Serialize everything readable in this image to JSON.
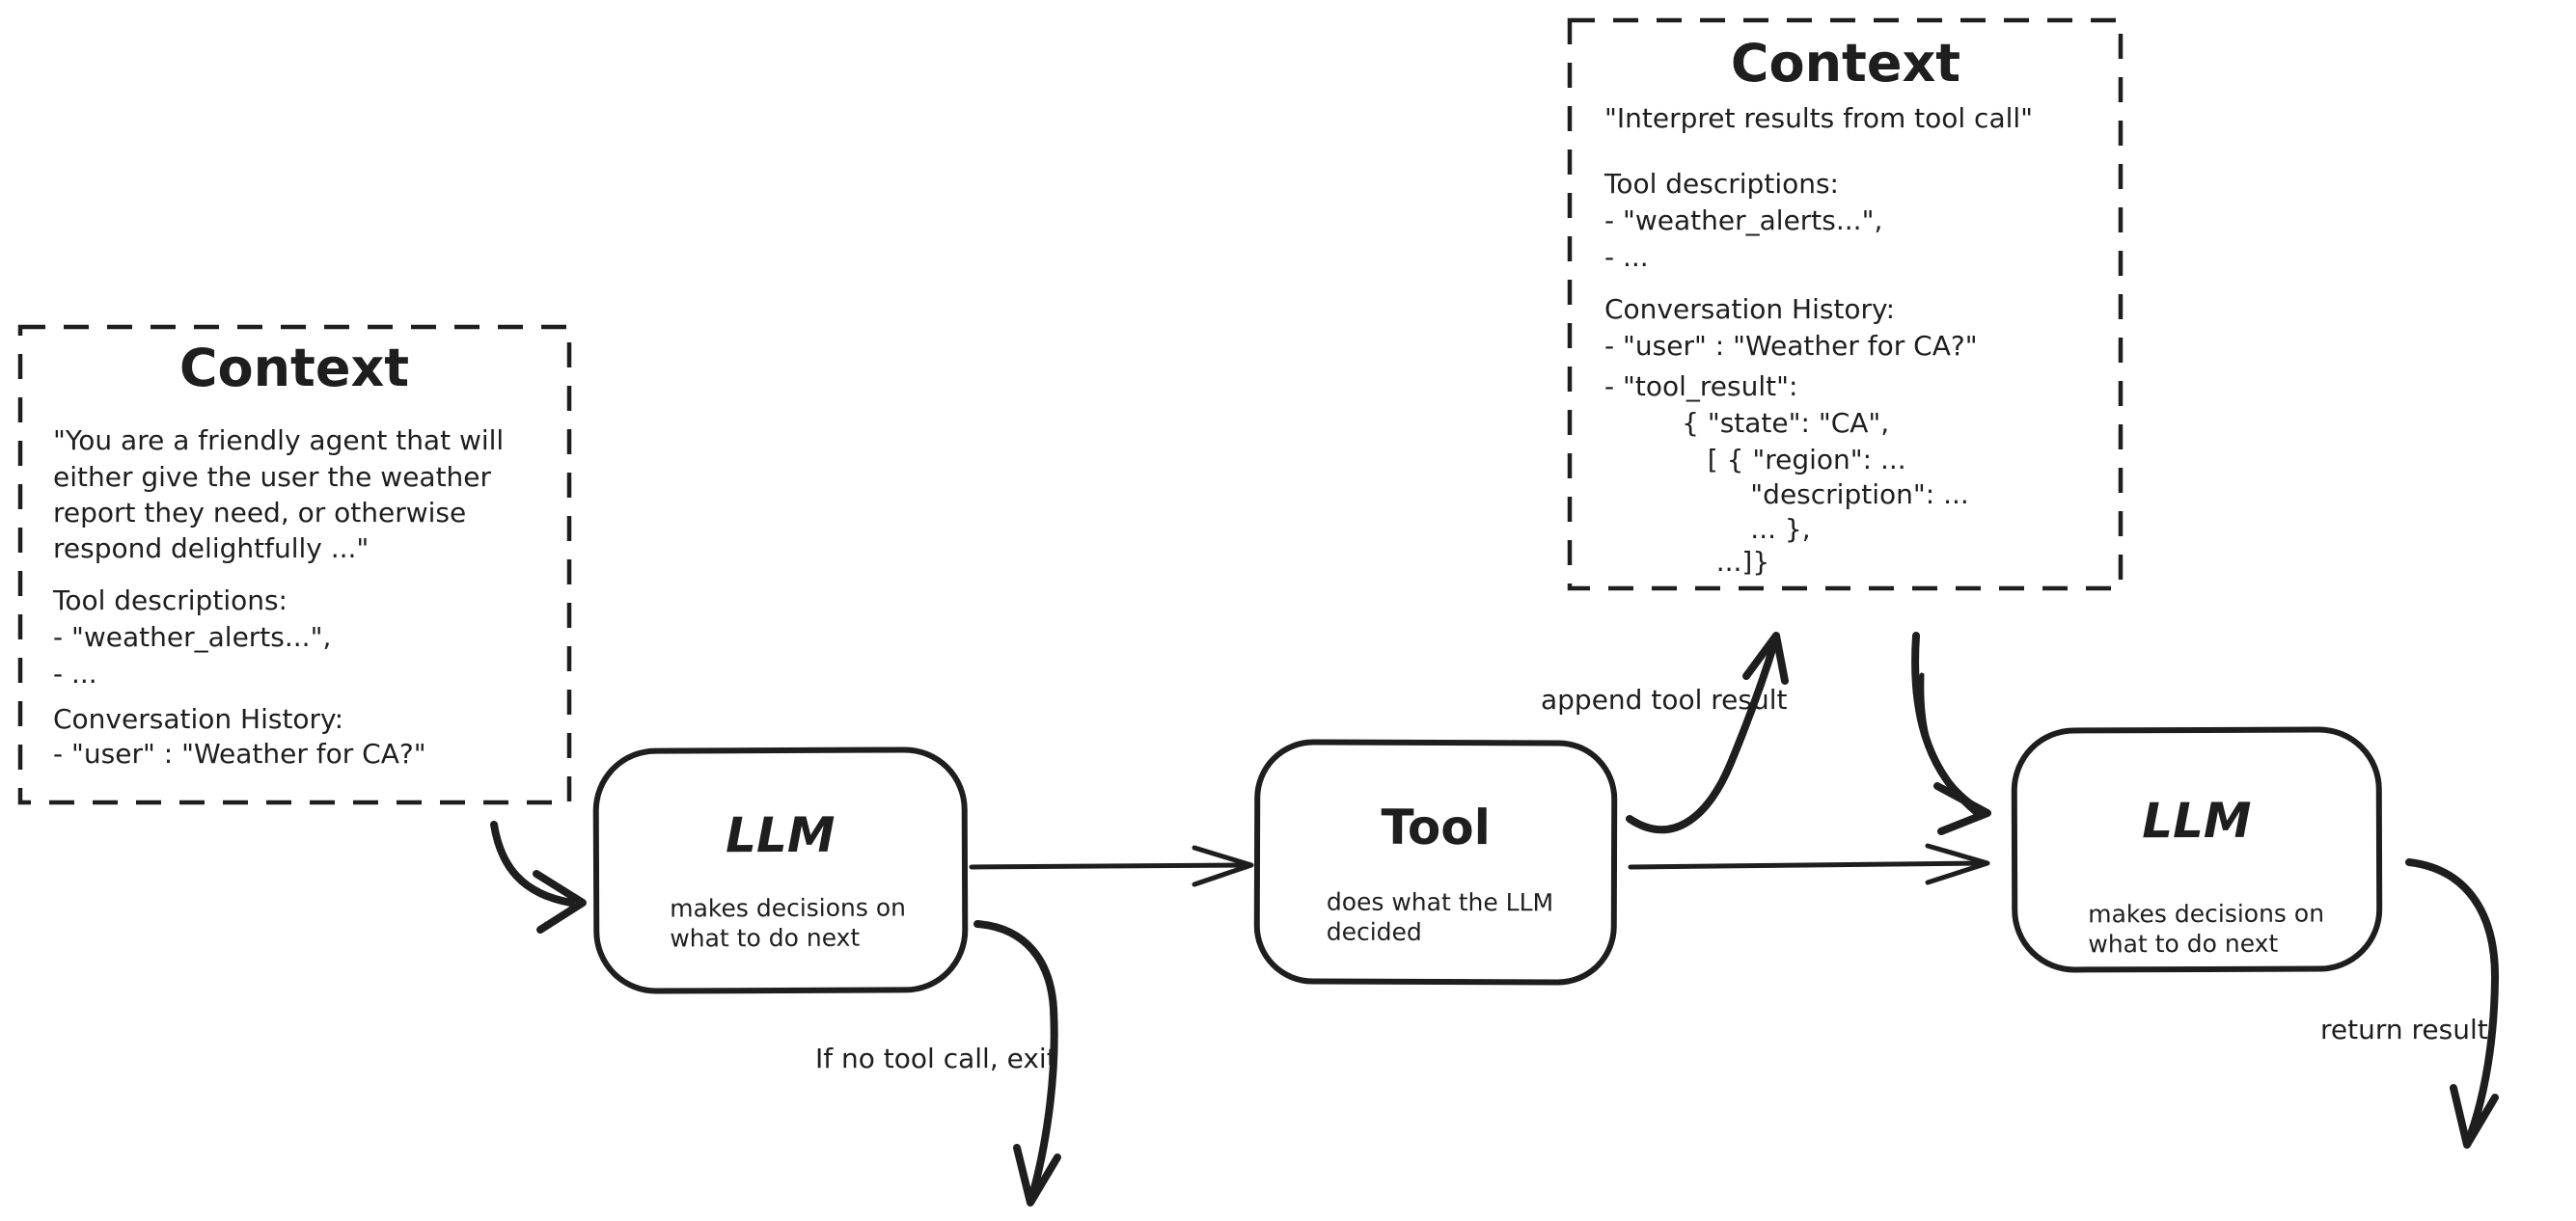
{
  "nodes": {
    "context_left": {
      "title": "Context",
      "lines": [
        "\"You are a friendly agent that will",
        "either give the user the weather",
        "report they need, or otherwise",
        "respond delightfully ...\"",
        "Tool descriptions:",
        "- \"weather_alerts...\",",
        "- ...",
        "Conversation History:",
        "- \"user\" : \"Weather for CA?\""
      ]
    },
    "context_top_right": {
      "title": "Context",
      "lines": [
        "\"Interpret results from tool call\"",
        "Tool descriptions:",
        "- \"weather_alerts...\",",
        "- ...",
        "Conversation History:",
        "- \"user\" : \"Weather for CA?\"",
        "- \"tool_result\":",
        "         { \"state\": \"CA\",",
        "            [ { \"region\": ...",
        "                 \"description\": ...",
        "                 ... },",
        "             ...]}"
      ]
    },
    "llm_first": {
      "title": "LLM",
      "description": [
        "makes decisions on",
        "what to do next"
      ]
    },
    "tool": {
      "title": "Tool",
      "description": [
        "does what the LLM",
        "decided"
      ]
    },
    "llm_second": {
      "title": "LLM",
      "description": [
        "makes decisions on",
        "what to do next"
      ]
    }
  },
  "edge_labels": {
    "append_tool_result": "append tool result",
    "if_no_tool_call_exit": "If no tool call, exit",
    "return_result": "return result"
  },
  "colors": {
    "ink": "#1e1e1e",
    "background": "#ffffff"
  }
}
